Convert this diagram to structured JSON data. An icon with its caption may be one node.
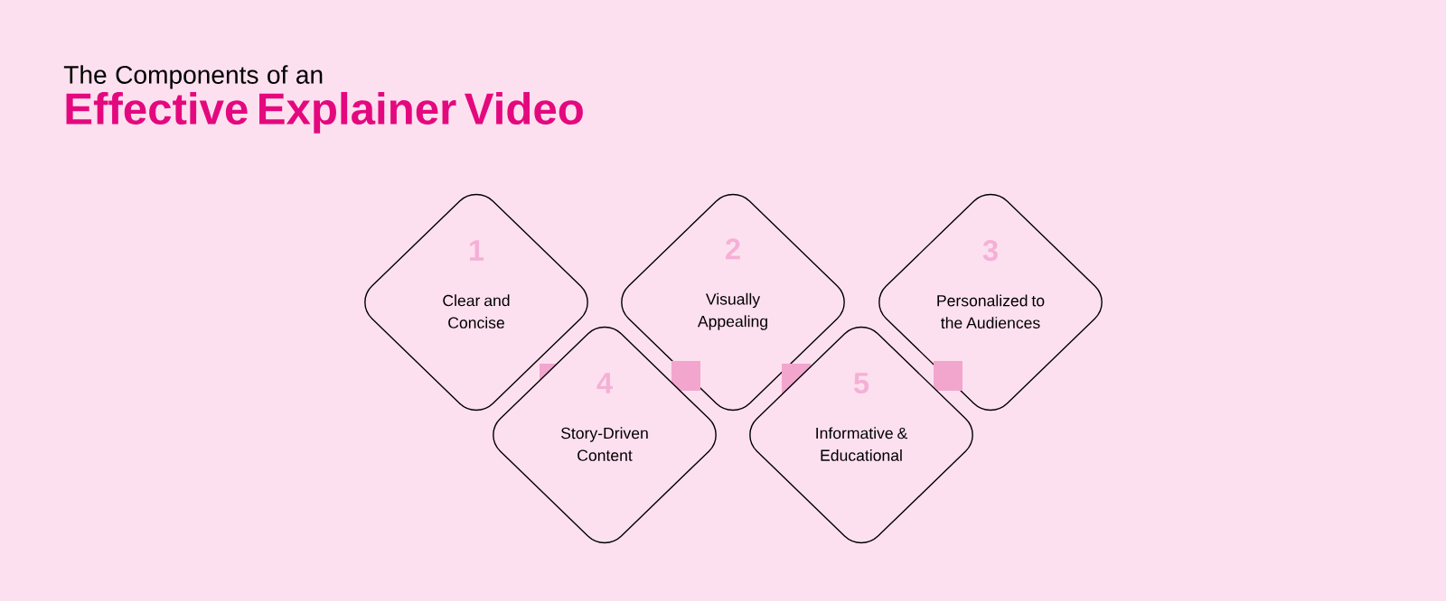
{
  "diagram": {
    "title": "The Components of an **Effective Explainer Video**",
    "nodes": [
      {
        "text": [
          "1",
          "Clear and Concise"
        ]
      },
      {
        "text": [
          "2",
          "Visually Appealing"
        ]
      },
      {
        "text": [
          "3",
          "Personalized to the Audiences"
        ]
      },
      {
        "text": [
          "4",
          "Story-Driven Content"
        ]
      },
      {
        "text": [
          "5",
          "Informative & Educational"
        ]
      }
    ]
  }
}
